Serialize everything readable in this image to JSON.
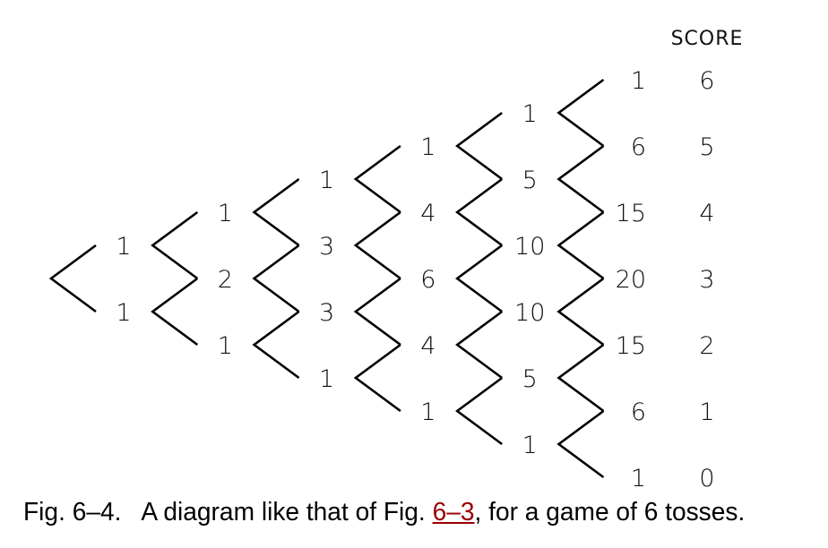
{
  "diagram": {
    "score_header": "SCORE",
    "columns": [
      [
        1,
        1
      ],
      [
        1,
        2,
        1
      ],
      [
        1,
        3,
        3,
        1
      ],
      [
        1,
        4,
        6,
        4,
        1
      ],
      [
        1,
        5,
        10,
        10,
        5,
        1
      ],
      [
        1,
        6,
        15,
        20,
        15,
        6,
        1
      ]
    ],
    "scores": [
      6,
      5,
      4,
      3,
      2,
      1,
      0
    ]
  },
  "caption": {
    "prefix": "Fig. 6–4.   A diagram like that of Fig. ",
    "link": "6–3",
    "suffix": ", for a game of 6 tosses.",
    "link_color": "#990000"
  }
}
